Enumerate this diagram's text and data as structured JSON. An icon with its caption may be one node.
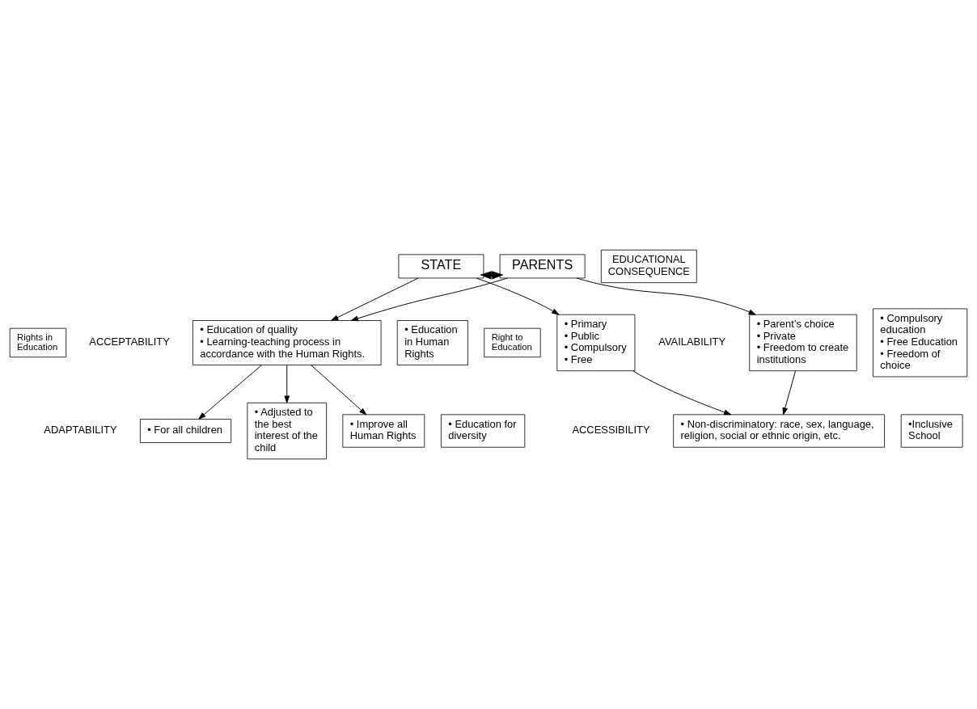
{
  "diagram": {
    "nodes": [
      {
        "text": [
          "STATE"
        ]
      },
      {
        "text": [
          "PARENTS"
        ]
      },
      {
        "text": [
          "EDUCATIONAL CONSEQUENCE"
        ]
      },
      {
        "text": [
          "Right to Education"
        ]
      },
      {
        "text": [
          "Rights in Education"
        ]
      },
      {
        "text": [
          "• Primary",
          "• Public",
          "• Compulsory",
          "• Free"
        ]
      },
      {
        "text": [
          "• Parent’s choice",
          "• Private",
          "• Freedom to create institutions"
        ]
      },
      {
        "text": [
          "• Compulsory education",
          "• Free Education",
          "• Freedom of choice"
        ]
      },
      {
        "text": [
          "• Non-discriminatory: race, sex, language, religion, social or ethnic origin, etc."
        ]
      },
      {
        "text": [
          "•Inclusive School"
        ]
      },
      {
        "text": [
          "• Education of quality",
          "• Learning-teaching process in accordance with the Human Rights."
        ]
      },
      {
        "text": [
          "• Education in Human Rights"
        ]
      },
      {
        "text": [
          "• For all children"
        ]
      },
      {
        "text": [
          "• Adjusted to the best interest of the child"
        ]
      },
      {
        "text": [
          "• Improve all Human Rights"
        ]
      },
      {
        "text": [
          "• Education for diversity"
        ]
      }
    ],
    "edges": [
      {
        "from": 0,
        "to": 1,
        "arrow": "both",
        "style": "thick"
      },
      {
        "from": 0,
        "to": 5,
        "arrow": "to"
      },
      {
        "from": 1,
        "to": 6,
        "arrow": "to"
      },
      {
        "from": 5,
        "to": 8,
        "arrow": "to"
      },
      {
        "from": 6,
        "to": 8,
        "arrow": "to"
      },
      {
        "from": 0,
        "to": 10,
        "arrow": "to"
      },
      {
        "from": 1,
        "to": 10,
        "arrow": "to"
      },
      {
        "from": 10,
        "to": 12,
        "arrow": "to"
      },
      {
        "from": 10,
        "to": 13,
        "arrow": "to"
      },
      {
        "from": 10,
        "to": 14,
        "arrow": "to"
      }
    ],
    "labels": [
      "AVAILABILITY",
      "ACCESSIBILITY",
      "ACCEPTABILITY",
      "ADAPTABILITY"
    ]
  }
}
